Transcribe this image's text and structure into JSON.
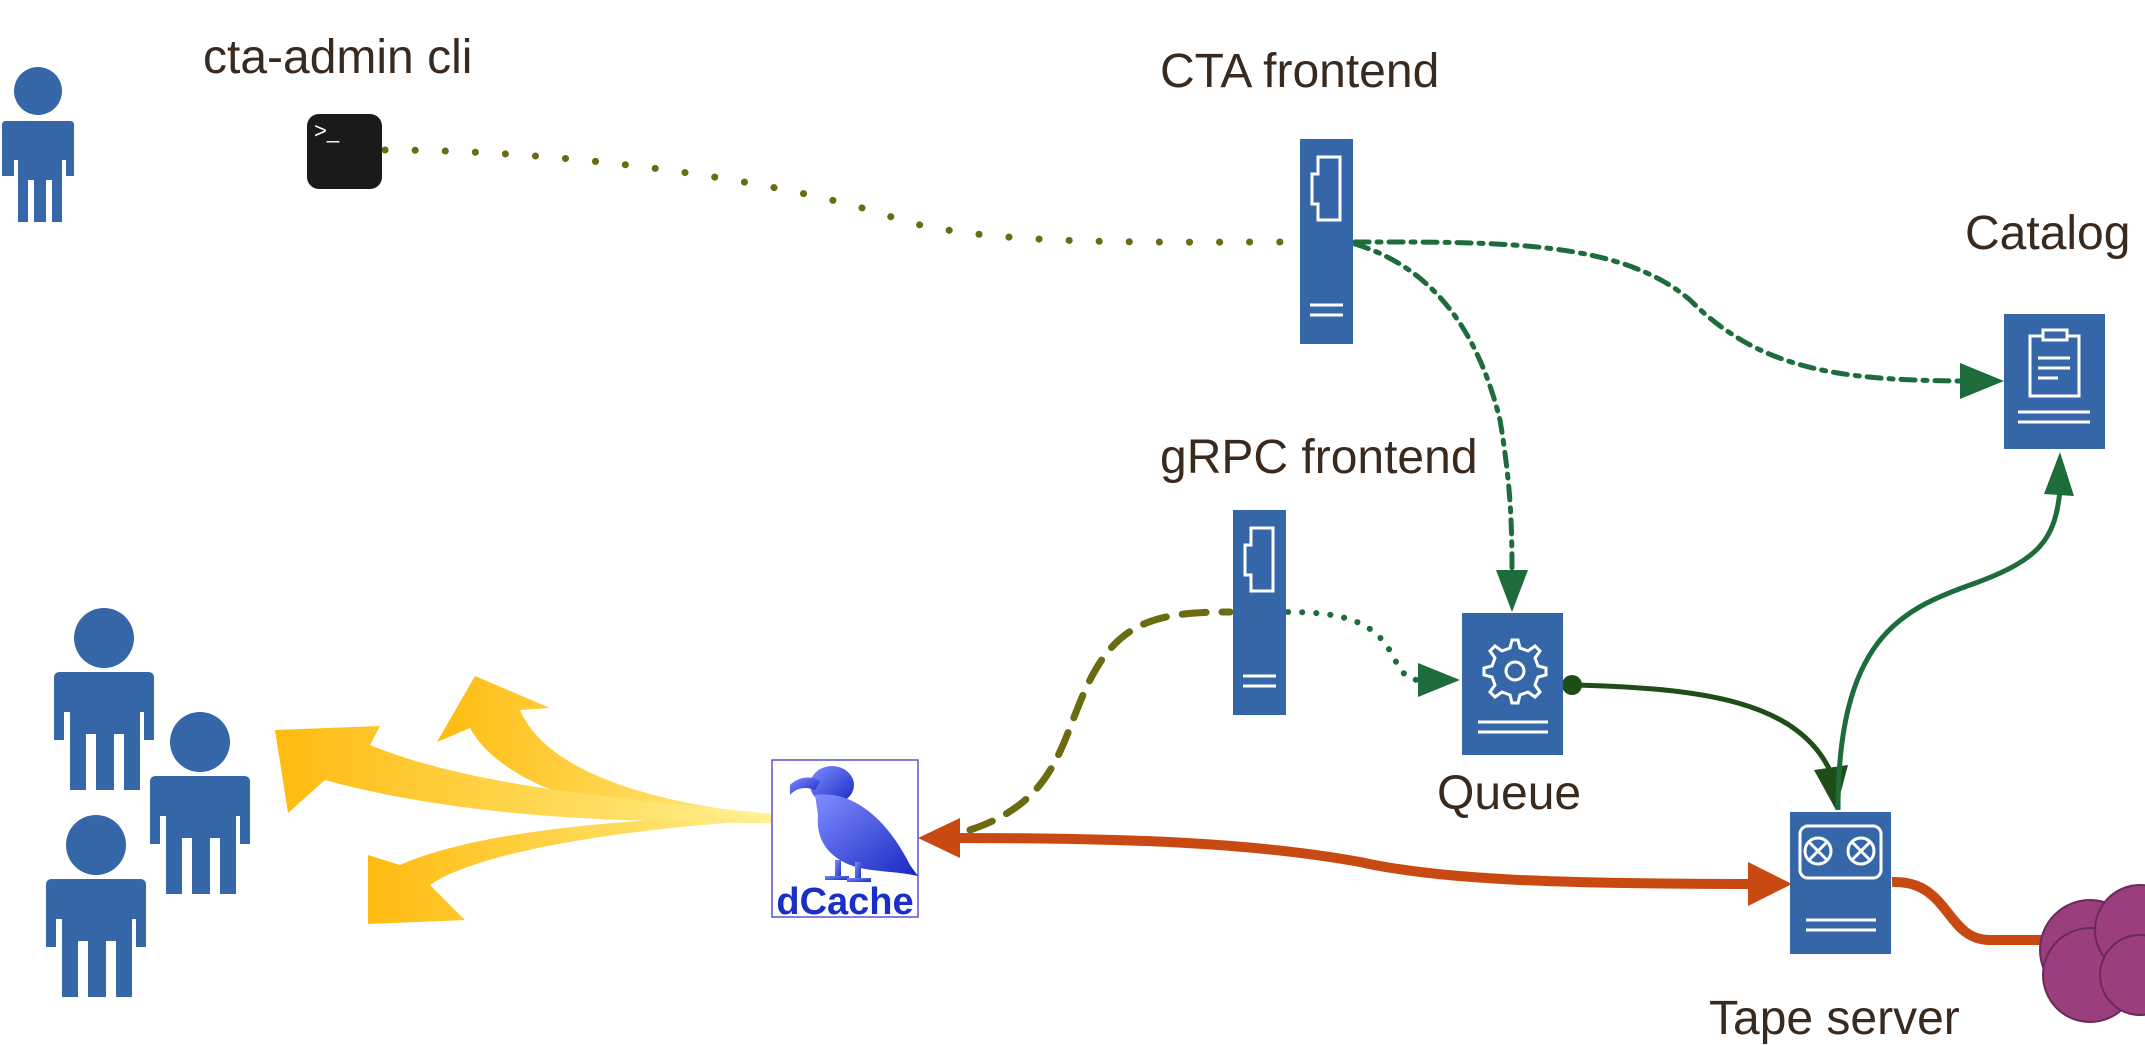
{
  "labels": {
    "cli": "cta-admin cli",
    "cta_frontend": "CTA frontend",
    "grpc_frontend": "gRPC frontend",
    "catalog": "Catalog",
    "queue": "Queue",
    "tape_server": "Tape server",
    "dcache_logo": "dCache",
    "terminal_prompt": ">_"
  },
  "colors": {
    "icon_blue": "#3566a8",
    "terminal_bg": "#1a1a1a",
    "dotted_olive": "#6b6b12",
    "dashdot_green": "#1e6b3c",
    "solid_dark_green": "#1f4d18",
    "data_orange": "#c84a12",
    "fan_gold": "#ffc21a",
    "tape_purple": "#9a3e7e",
    "dcache_blue": "#1a2fc8",
    "label_text": "#3a2a1e"
  },
  "icons": [
    "person-icon",
    "terminal-icon",
    "server-icon",
    "catalog-icon",
    "gear-icon",
    "tape-drive-icon",
    "tape-library-icon",
    "dcache-bird-icon"
  ]
}
